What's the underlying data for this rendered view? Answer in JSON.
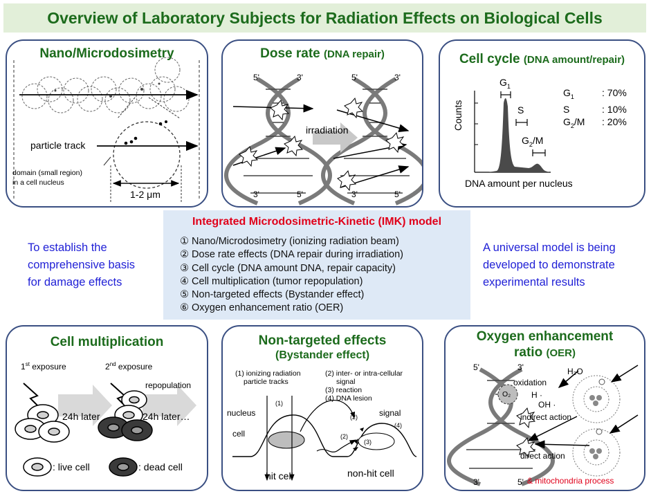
{
  "title": "Overview of Laboratory Subjects for Radiation Effects on Biological Cells",
  "colors": {
    "title_green": "#1c6b1c",
    "panel_border": "#3a4f82",
    "model_bg": "#dee9f6",
    "model_title_red": "#e0001a",
    "side_blue": "#1f1fd6"
  },
  "nano": {
    "title": "Nano/Microdosimetry",
    "particle_track": "particle track",
    "domain_label": "domain (small region)",
    "domain_label2": "in a cell nucleus",
    "size_label": "1-2 μm"
  },
  "dose": {
    "title": "Dose rate",
    "subtitle": "(DNA repair)",
    "irradiation": "irradiation",
    "strand_5": "5'",
    "strand_3": "3'"
  },
  "cycle": {
    "title": "Cell cycle",
    "subtitle": "(DNA amount/repair)",
    "ylabel": "Counts",
    "xlabel": "DNA amount per nucleus",
    "peaks": {
      "g1": "G",
      "g1_sub": "1",
      "s": "S",
      "g2m": "G",
      "g2m_sub": "2",
      "g2m_tail": "/M"
    },
    "rows": [
      {
        "phase": "G",
        "sub": "1",
        "tail": "",
        "value": ": 70%"
      },
      {
        "phase": "S",
        "sub": "",
        "tail": "",
        "value": ": 10%"
      },
      {
        "phase": "G",
        "sub": "2",
        "tail": "/M",
        "value": ": 20%"
      }
    ]
  },
  "model": {
    "title": "Integrated Microdosimetric-Kinetic  (IMK) model",
    "items": [
      "① Nano/Microdosimetry (ionizing radiation beam)",
      "② Dose rate effects (DNA repair during irradiation)",
      "③ Cell cycle (DNA amount DNA, repair capacity)",
      "④ Cell multiplication (tumor repopulation)",
      "⑤ Non-targeted effects (Bystander effect)",
      "⑥ Oxygen enhancement ratio (OER)"
    ]
  },
  "left_text": [
    "To establish the",
    "comprehensive  basis",
    "for damage effects"
  ],
  "right_text": [
    "A universal model is being",
    "developed  to demonstrate",
    "experimental results"
  ],
  "mult": {
    "title": "Cell multiplication",
    "first_num": "1",
    "first_sup": "st",
    "first_rest": " exposure",
    "second_num": "2",
    "second_sup": "nd",
    "second_rest": " exposure",
    "repopulation": "repopulation",
    "later1": "24h later",
    "later2": "24h later…",
    "live": ": live cell",
    "dead": ": dead cell"
  },
  "nontarget": {
    "title": "Non-targeted effects",
    "subtitle": "(Bystander effect)",
    "legend1a": "(1) ionizing radiation",
    "legend1b": "particle tracks",
    "legend2a": "(2) inter- or intra-cellular",
    "legend2b": "signal",
    "legend3": "(3) reaction",
    "legend4": "(4) DNA lesion",
    "n1": "(1)",
    "n2": "(2)",
    "n3": "(3)",
    "n4": "(4)",
    "nucleus": "nucleus",
    "cell": "cell",
    "signal": "signal",
    "hit": "hit cell",
    "nonhit": "non-hit cell"
  },
  "oer": {
    "title": "Oxygen enhancement",
    "title2": "ratio",
    "subtitle": "(OER)",
    "h2o": "H₂O",
    "oxidation": "oxidation",
    "o2": "O₂",
    "h": "H ·",
    "oh": "OH ·",
    "indirect": "indirect action",
    "direct": "direct action",
    "mito": "& mitochondria process",
    "mito_color": "#e0001a"
  }
}
